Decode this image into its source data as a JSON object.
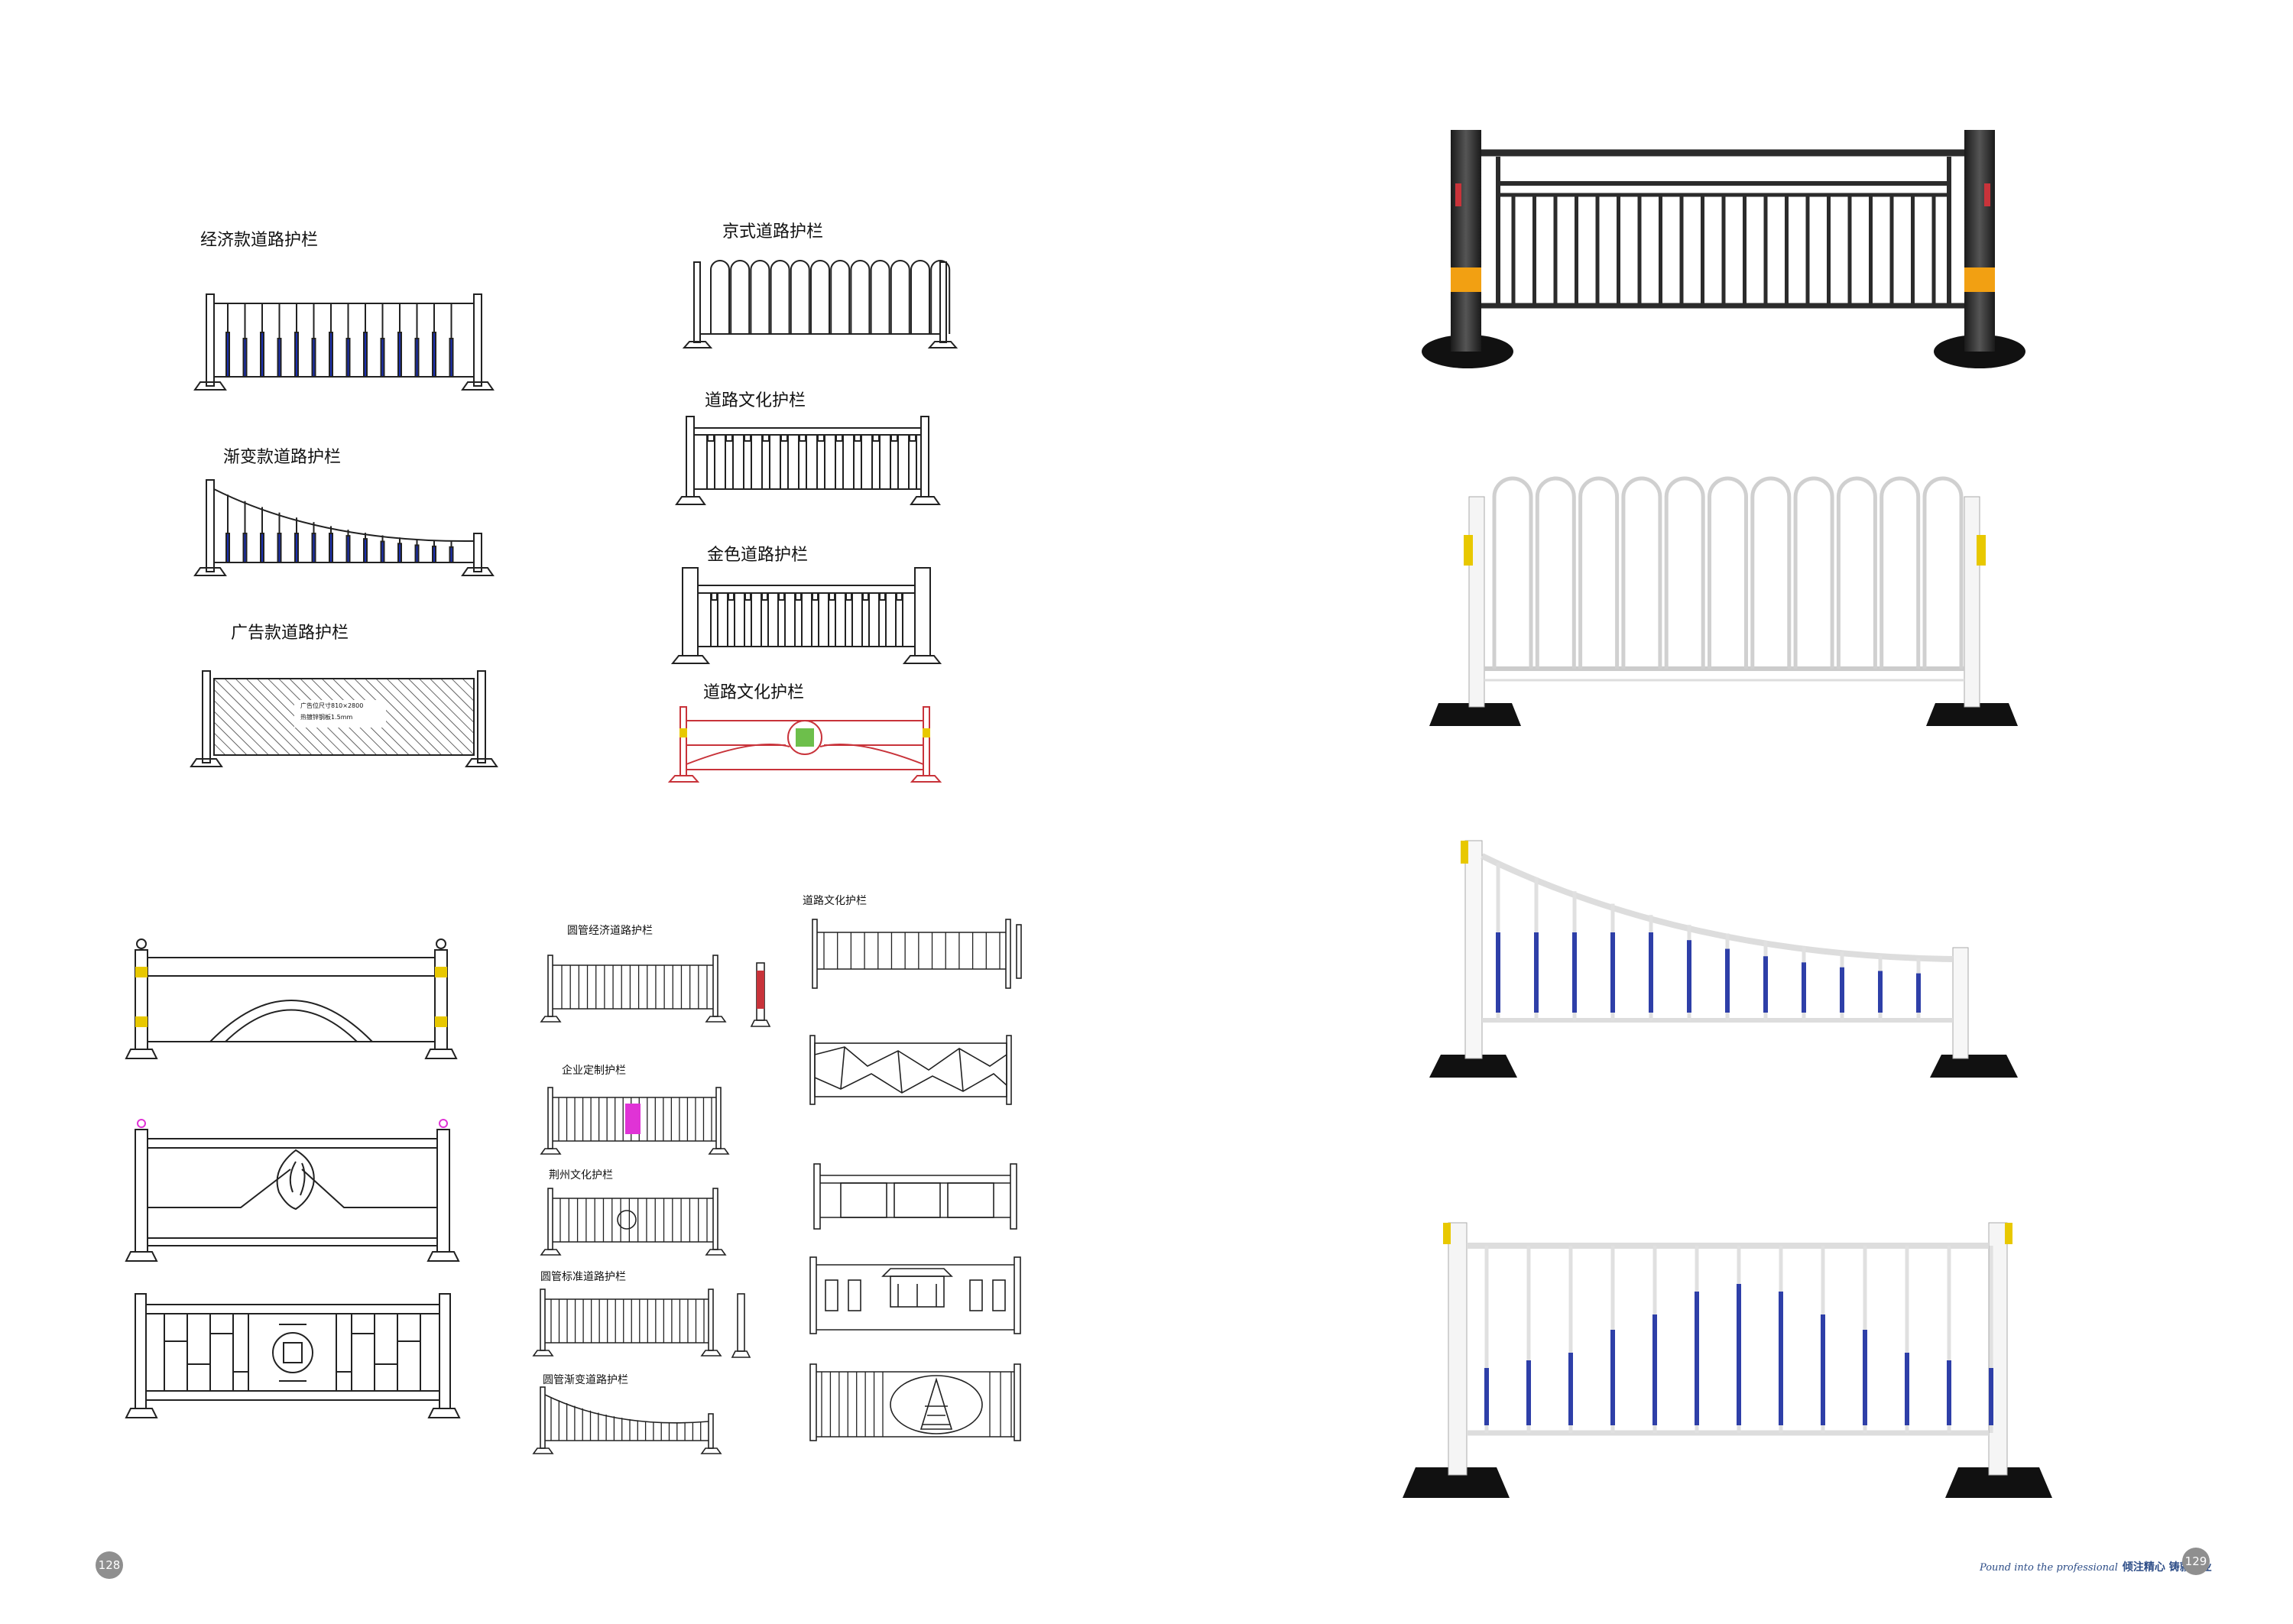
{
  "colors": {
    "line": "#222222",
    "accent_blue": "#1a2fb0",
    "culture_red": "#c8333a",
    "reflector_yellow": "#e8c800",
    "magenta": "#e033d6",
    "dark_post": "#2b2b2b",
    "orange_band": "#f2a012",
    "photo_blue": "#2e3fa8"
  },
  "left_page": {
    "labels": {
      "economy": "经济款道路护栏",
      "gradient": "渐变款道路护栏",
      "advert": "广告款道路护栏",
      "beijing": "京式道路护栏",
      "culture1": "道路文化护栏",
      "gold": "金色道路护栏",
      "culture2": "道路文化护栏",
      "culture3": "道路文化护栏",
      "round_economy": "圆管经济道路护栏",
      "enterprise": "企业定制护栏",
      "jingzhou": "荆州文化护栏",
      "round_standard": "圆管标准道路护栏",
      "round_gradient": "圆管渐变道路护栏"
    },
    "advert_panel_text": [
      "广告位尺寸810×2800",
      "热镀锌钢板1.5mm"
    ],
    "page_number": "128"
  },
  "right_page": {
    "slogan_en": "Pound into the professional",
    "slogan_cn": "倾注精心 铸就专业",
    "page_number": "129"
  }
}
